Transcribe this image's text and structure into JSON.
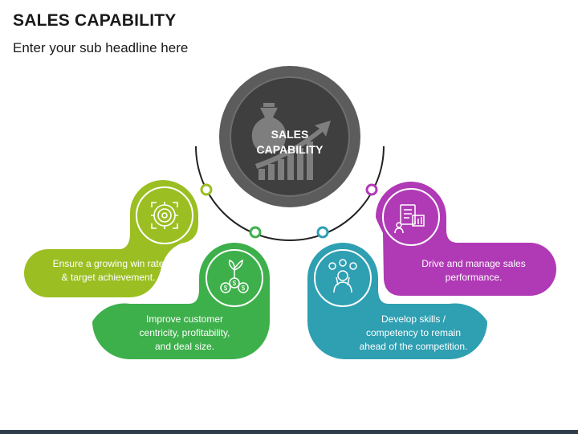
{
  "header": {
    "title": "SALES CAPABILITY",
    "subtitle": "Enter your sub headline here"
  },
  "center": {
    "line1": "SALES",
    "line2": "CAPABILITY",
    "icon": "money-bag-growth-chart-icon"
  },
  "items": [
    {
      "id": "win-rate",
      "icon": "target-icon",
      "color": "#9bbf22",
      "lines": [
        "Ensure a growing win rate",
        "& target achievement."
      ]
    },
    {
      "id": "customer",
      "icon": "money-plant-icon",
      "color": "#3db04b",
      "lines": [
        "Improve customer",
        "centricity, profitability,",
        "and deal size."
      ]
    },
    {
      "id": "skills",
      "icon": "skills-person-icon",
      "color": "#2f9fb2",
      "lines": [
        "Develop skills /",
        "competency to remain",
        "ahead of the competition."
      ]
    },
    {
      "id": "performance",
      "icon": "performance-report-icon",
      "color": "#b03ab6",
      "lines": [
        "Drive and manage sales",
        "performance."
      ]
    }
  ],
  "colors": {
    "center_outer": "#5c5c5c",
    "center_inner": "#3f3f3f",
    "arc": "#222222"
  }
}
